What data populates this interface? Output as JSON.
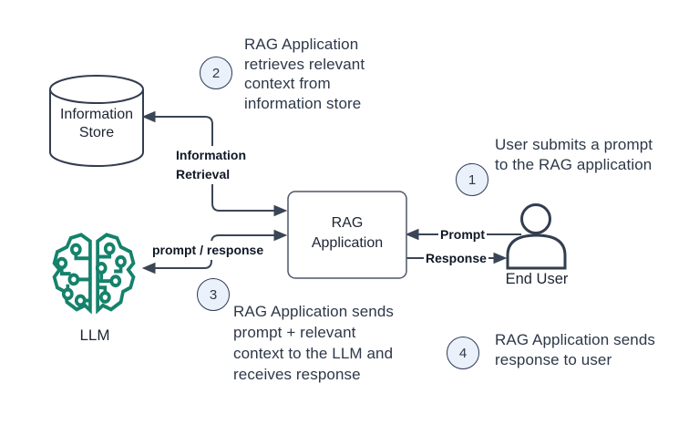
{
  "diagram": {
    "title_implicit": "RAG Application flow",
    "nodes": {
      "information_store": {
        "label": "Information\nStore"
      },
      "rag_application": {
        "label": "RAG\nApplication"
      },
      "llm": {
        "label": "LLM"
      },
      "end_user": {
        "label": "End User"
      }
    },
    "edges": {
      "information_retrieval": {
        "label": "Information\nRetrieval"
      },
      "prompt_response": {
        "label": "prompt / response"
      },
      "prompt": {
        "label": "Prompt"
      },
      "response": {
        "label": "Response"
      }
    },
    "steps": [
      {
        "number": "1",
        "text": "User submits a prompt\nto the RAG application"
      },
      {
        "number": "2",
        "text": "RAG Application\nretrieves relevant\ncontext from\ninformation store"
      },
      {
        "number": "3",
        "text": "RAG Application sends\nprompt + relevant\ncontext to the LLM and\nreceives response"
      },
      {
        "number": "4",
        "text": "RAG Application sends\nresponse to user"
      }
    ]
  },
  "colors": {
    "bg": "#ffffff",
    "line": "#3a4556",
    "shapeStroke": "#4d5669",
    "nodeStroke": "#323d4f",
    "accent": "#15826b",
    "stepFill": "#ebf1fb",
    "stepStroke": "#2e3a55",
    "stepText": "#2d3848",
    "annText": "#2d3848",
    "labelText": "#1d2433",
    "edgeText": "#101826"
  }
}
